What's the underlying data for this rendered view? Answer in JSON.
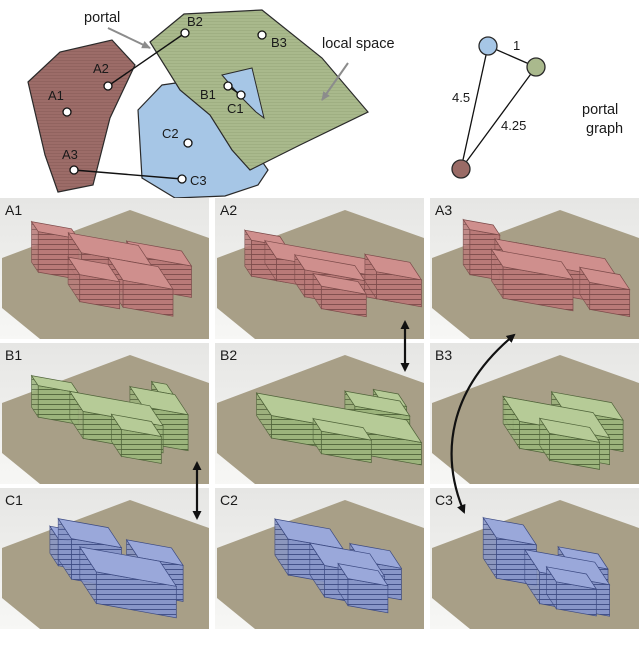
{
  "diagram": {
    "annotations": {
      "portal": "portal",
      "local_space": "local space"
    },
    "points": {
      "A1": "A1",
      "A2": "A2",
      "A3": "A3",
      "B1": "B1",
      "B2": "B2",
      "B3": "B3",
      "C1": "C1",
      "C2": "C2",
      "C3": "C3"
    },
    "graph": {
      "label_line1": "portal",
      "label_line2": "graph",
      "edge_blue_green": "1",
      "edge_blue_brown": "4.5",
      "edge_green_brown": "4.25"
    },
    "colors": {
      "red": "#9a6b66",
      "green": "#aab98d",
      "blue": "#a6c6e6",
      "ground": "#a89f87"
    }
  },
  "grid": {
    "cells": [
      {
        "label": "A1",
        "color": "red"
      },
      {
        "label": "A2",
        "color": "red"
      },
      {
        "label": "A3",
        "color": "red"
      },
      {
        "label": "B1",
        "color": "green"
      },
      {
        "label": "B2",
        "color": "green"
      },
      {
        "label": "B3",
        "color": "green"
      },
      {
        "label": "C1",
        "color": "blue"
      },
      {
        "label": "C2",
        "color": "blue"
      },
      {
        "label": "C3",
        "color": "blue"
      }
    ]
  }
}
